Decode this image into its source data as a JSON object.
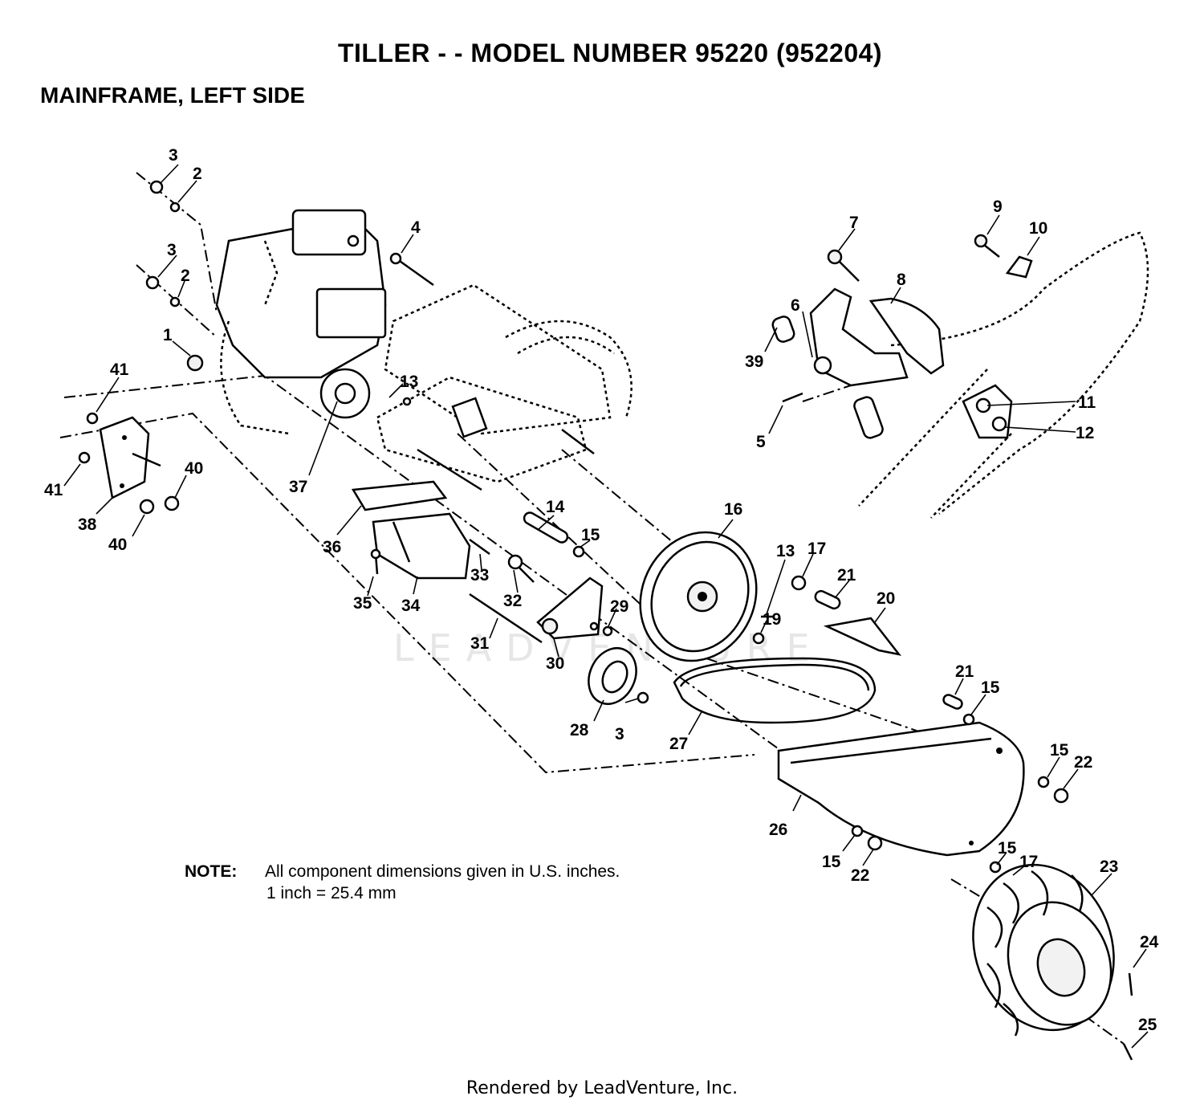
{
  "title": "TILLER - - MODEL NUMBER 95220 (952204)",
  "subtitle": "MAINFRAME, LEFT SIDE",
  "note": {
    "label": "NOTE:",
    "line1": "All component dimensions given in U.S. inches.",
    "line2": "1 inch = 25.4 mm"
  },
  "footer": "Rendered by LeadVenture, Inc.",
  "watermark": "LEADVENTURE",
  "callouts": {
    "c3a": "3",
    "c2a": "2",
    "c3b": "3",
    "c2b": "2",
    "c1": "1",
    "c4": "4",
    "c41a": "41",
    "c41b": "41",
    "c40a": "40",
    "c40b": "40",
    "c38": "38",
    "c37": "37",
    "c13a": "13",
    "c36": "36",
    "c35": "35",
    "c34": "34",
    "c33": "33",
    "c14": "14",
    "c15a": "15",
    "c32": "32",
    "c31": "31",
    "c30": "30",
    "c29": "29",
    "c28": "28",
    "c3c": "3",
    "c27": "27",
    "c16": "16",
    "c13b": "13",
    "c17a": "17",
    "c19": "19",
    "c21a": "21",
    "c20": "20",
    "c21b": "21",
    "c15b": "15",
    "c26": "26",
    "c15c": "15",
    "c22a": "22",
    "c15d": "15",
    "c22b": "22",
    "c15e": "15",
    "c17b": "17",
    "c23": "23",
    "c24": "24",
    "c25": "25",
    "c7": "7",
    "c8": "8",
    "c6": "6",
    "c39": "39",
    "c5": "5",
    "c9": "9",
    "c10": "10",
    "c11": "11",
    "c12": "12"
  }
}
